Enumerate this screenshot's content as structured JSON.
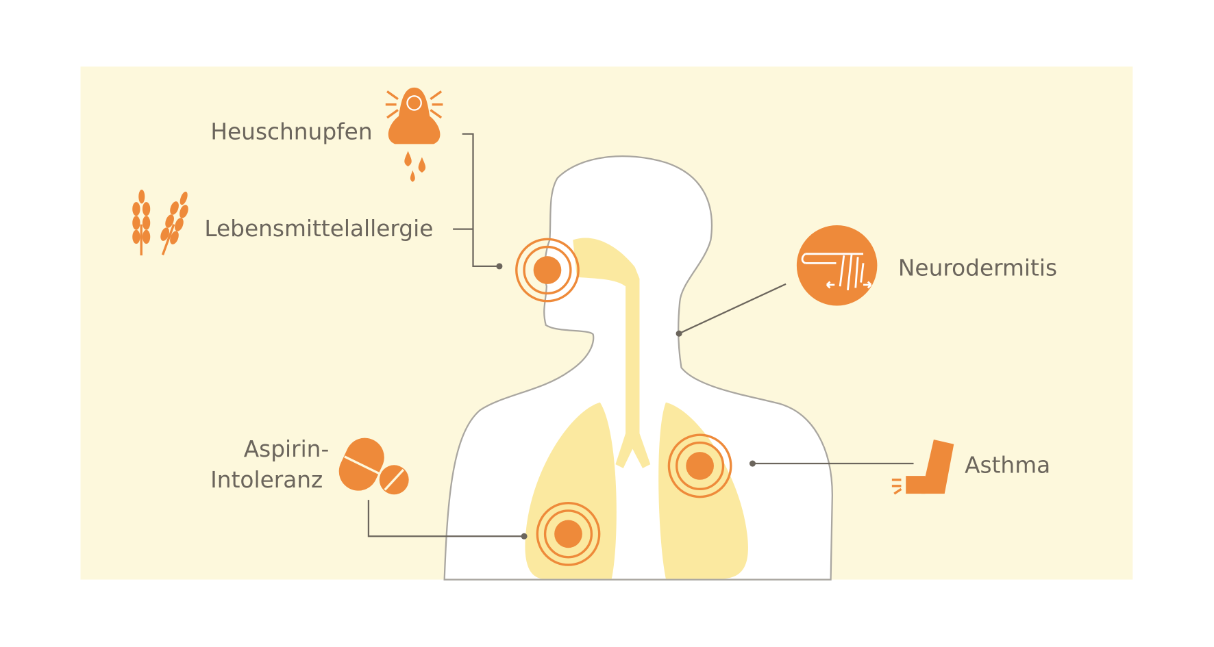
{
  "colors": {
    "background": "#fdf8dc",
    "accent": "#ee8a3a",
    "lung": "#fbe9a0",
    "outline": "#a9a6a0",
    "text": "#6b655c"
  },
  "labels": {
    "heuschnupfen": "Heuschnupfen",
    "lebensmittelallergie": "Lebensmittelallergie",
    "neurodermitis": "Neurodermitis",
    "aspirin_line1": "Aspirin-",
    "aspirin_line2": "Intoleranz",
    "asthma": "Asthma"
  },
  "icons": [
    "nose-sneeze-icon",
    "wheat-icon",
    "scratching-hand-icon",
    "pills-icon",
    "inhaler-icon",
    "target-rings-icon"
  ]
}
